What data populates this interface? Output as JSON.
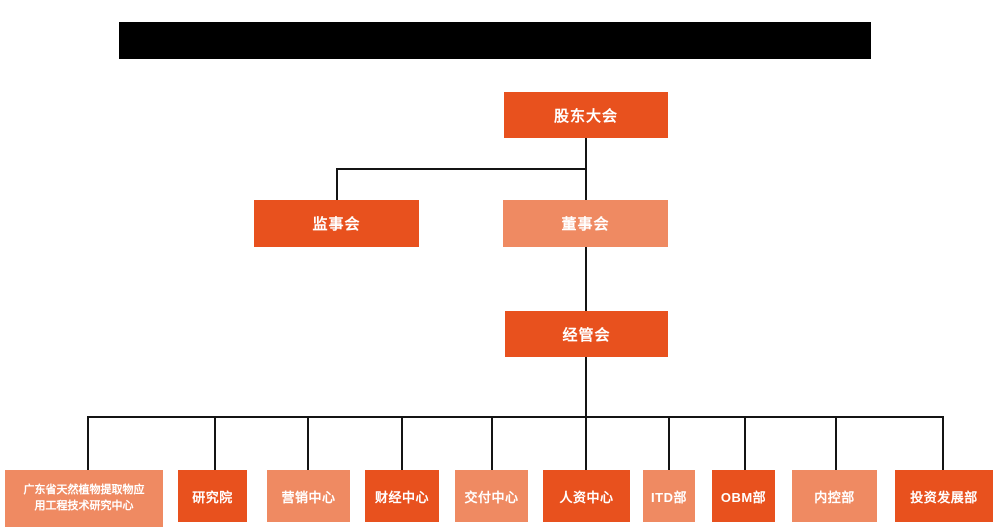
{
  "title_bar": {
    "type": "redacted-black-bar",
    "color": "#000000"
  },
  "colors": {
    "background": "#FFFFFF",
    "box_dark_orange": "#E8511E",
    "box_light_orange": "#EF8A62",
    "connector_line": "#141414",
    "box_text": "#FFFFFF"
  },
  "org_chart": {
    "type": "org-tree",
    "top": {
      "label": "股东大会",
      "variant": "dark"
    },
    "level2": [
      {
        "label": "监事会",
        "variant": "dark"
      },
      {
        "label": "董事会",
        "variant": "light"
      }
    ],
    "level3": {
      "label": "经管会",
      "variant": "dark"
    },
    "departments": [
      {
        "label": "广东省天然植物提取物应用工程技术研究中心",
        "line1": "广东省天然植物提取物应",
        "line2": "用工程技术研究中心",
        "variant": "light"
      },
      {
        "label": "研究院",
        "variant": "dark"
      },
      {
        "label": "营销中心",
        "variant": "light"
      },
      {
        "label": "财经中心",
        "variant": "dark"
      },
      {
        "label": "交付中心",
        "variant": "light"
      },
      {
        "label": "人资中心",
        "variant": "dark"
      },
      {
        "label": "ITD部",
        "variant": "light"
      },
      {
        "label": "OBM部",
        "variant": "dark"
      },
      {
        "label": "内控部",
        "variant": "light"
      },
      {
        "label": "投资发展部",
        "variant": "dark"
      }
    ],
    "hierarchy": {
      "股东大会": [
        "监事会",
        "董事会"
      ],
      "董事会": [
        "经管会"
      ],
      "经管会": [
        "广东省天然植物提取物应用工程技术研究中心",
        "研究院",
        "营销中心",
        "财经中心",
        "交付中心",
        "人资中心",
        "ITD部",
        "OBM部",
        "内控部",
        "投资发展部"
      ]
    }
  }
}
